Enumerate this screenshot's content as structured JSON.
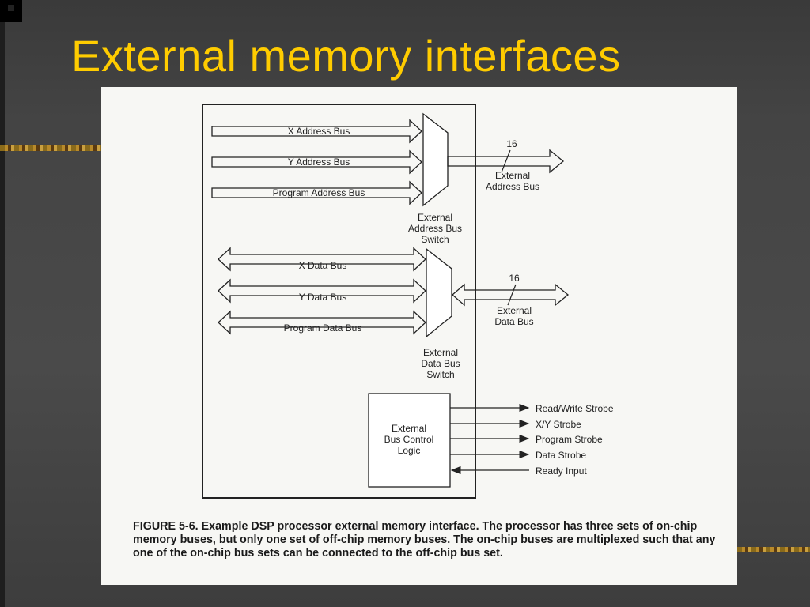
{
  "slide": {
    "title": "External memory interfaces"
  },
  "diagram": {
    "address_buses": [
      "X Address Bus",
      "Y Address Bus",
      "Program Address Bus"
    ],
    "data_buses": [
      "X Data Bus",
      "Y Data Bus",
      "Program Data Bus"
    ],
    "address_switch_label": [
      "External",
      "Address Bus",
      "Switch"
    ],
    "data_switch_label": [
      "External",
      "Data Bus",
      "Switch"
    ],
    "external_address_bus": {
      "width": "16",
      "label": [
        "External",
        "Address Bus"
      ]
    },
    "external_data_bus": {
      "width": "16",
      "label": [
        "External",
        "Data Bus"
      ]
    },
    "bus_control_logic": [
      "External",
      "Bus Control",
      "Logic"
    ],
    "control_signals": [
      "Read/Write Strobe",
      "X/Y Strobe",
      "Program Strobe",
      "Data Strobe",
      "Ready Input"
    ],
    "caption": "FIGURE 5-6. Example DSP processor external memory interface. The processor has three sets of on-chip memory buses, but only one set of off-chip memory buses. The on-chip buses are multiplexed such that any one of the on-chip bus sets can be connected to the off-chip bus set."
  },
  "colors": {
    "title": "#ffcc00",
    "background": "#444444",
    "figure_paper": "#f7f7f4",
    "line": "#222222"
  }
}
